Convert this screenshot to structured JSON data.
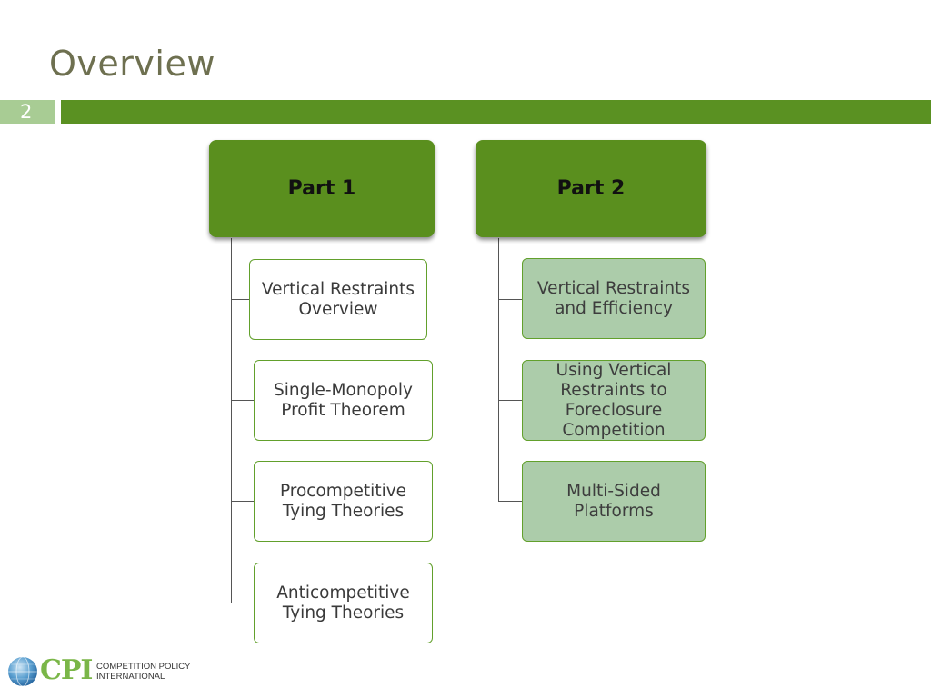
{
  "slide": {
    "title": "Overview",
    "number": "2"
  },
  "parts": [
    {
      "label": "Part 1",
      "items": [
        "Vertical Restraints Overview",
        "Single-Monopoly Profit Theorem",
        "Procompetitive Tying Theories",
        "Anticompetitive Tying Theories"
      ]
    },
    {
      "label": "Part 2",
      "items": [
        "Vertical Restraints and Efficiency",
        "Using Vertical Restraints to Foreclosure Competition",
        "Multi-Sided Platforms"
      ]
    }
  ],
  "logo": {
    "mark": "CPI",
    "line1": "COMPETITION POLICY",
    "line2": "INTERNATIONAL"
  },
  "colors": {
    "accent_green": "#5a9122",
    "part_box": "#5a8f1e",
    "child_green_fill": "#acccaa",
    "slide_number_box": "#a8cc94"
  }
}
